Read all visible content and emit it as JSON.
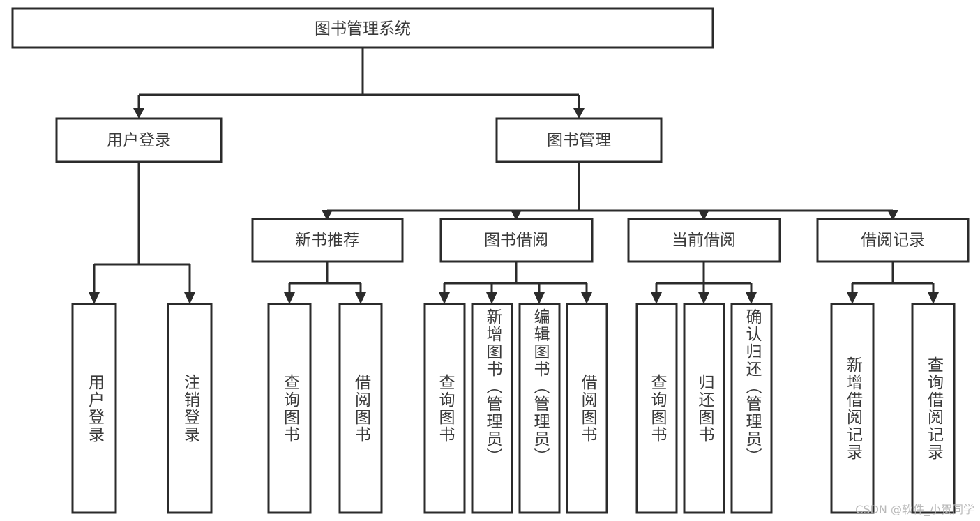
{
  "diagram": {
    "title": "图书管理系统",
    "type": "tree-hierarchy-diagram",
    "colors": {
      "stroke": "#2b2b2b",
      "fill": "#ffffff",
      "text": "#3a3a3a",
      "watermark": "#b9b9b9"
    },
    "root": {
      "label": "图书管理系统"
    },
    "level1": [
      {
        "label": "用户登录"
      },
      {
        "label": "图书管理"
      }
    ],
    "level2": [
      {
        "label": "新书推荐"
      },
      {
        "label": "图书借阅"
      },
      {
        "label": "当前借阅"
      },
      {
        "label": "借阅记录"
      }
    ],
    "leaves": {
      "user_login": [
        {
          "label": "用户登录"
        },
        {
          "label": "注销登录"
        }
      ],
      "new_book_recommend": [
        {
          "label": "查询图书"
        },
        {
          "label": "借阅图书"
        }
      ],
      "book_borrow": [
        {
          "label": "查询图书"
        },
        {
          "label": "新增图书（管理员）"
        },
        {
          "label": "编辑图书（管理员）"
        },
        {
          "label": "借阅图书"
        }
      ],
      "current_borrow": [
        {
          "label": "查询图书"
        },
        {
          "label": "归还图书"
        },
        {
          "label": "确认归还（管理员）"
        }
      ],
      "borrow_record": [
        {
          "label": "新增借阅记录"
        },
        {
          "label": "查询借阅记录"
        }
      ]
    }
  },
  "watermark": {
    "text": "CSDN @软件_小贺同学"
  }
}
